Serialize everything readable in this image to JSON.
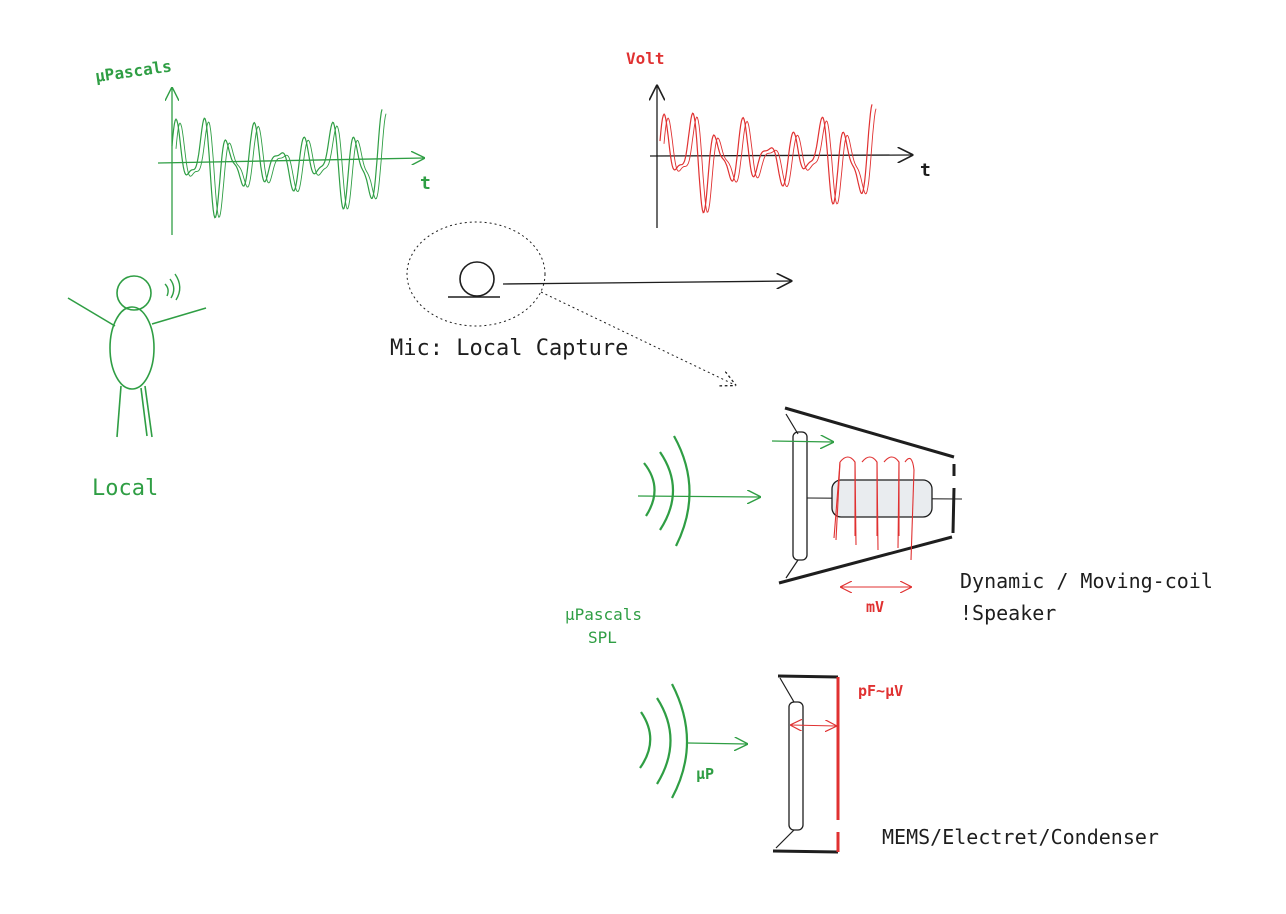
{
  "colors": {
    "green": "#2f9e44",
    "red": "#e03131",
    "black": "#1e1e1e",
    "coil_fill": "#e9ecef"
  },
  "pressure_graph": {
    "y_label": "µPascals",
    "x_label": "t"
  },
  "voltage_graph": {
    "y_label": "Volt",
    "x_label": "t"
  },
  "person": {
    "label": "Local"
  },
  "mic": {
    "label": "Mic: Local Capture"
  },
  "dynamic_mic": {
    "label_line1": "Dynamic / Moving-coil",
    "label_line2": "!Speaker",
    "voltage_label": "mV"
  },
  "sound_input": {
    "label_line1": "µPascals",
    "label_line2": "SPL"
  },
  "condenser_mic": {
    "label": "MEMS/Electret/Condenser",
    "capacitance_label": "pF~µV",
    "pressure_label": "µP"
  }
}
